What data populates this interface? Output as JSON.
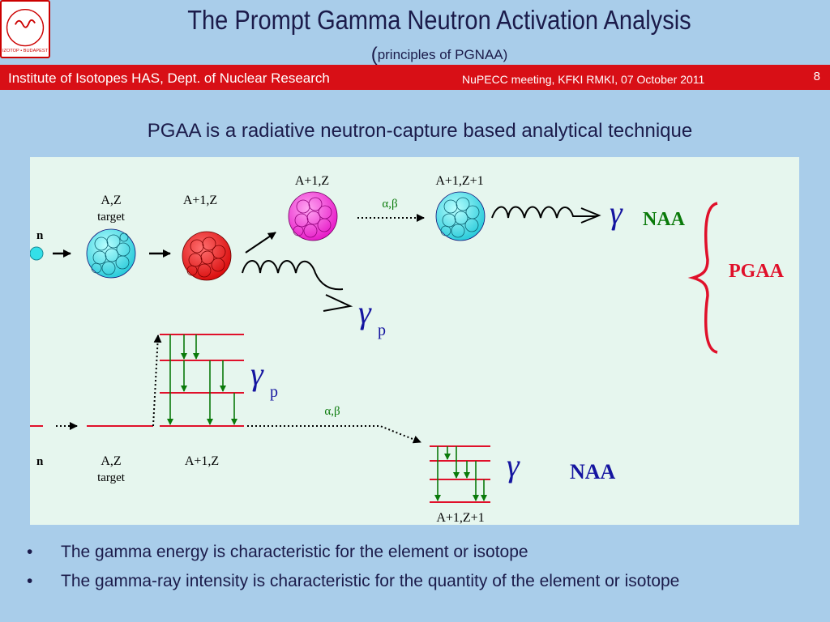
{
  "header": {
    "title": "The Prompt Gamma Neutron Activation Analysis",
    "subtitle_paren": "(",
    "subtitle": "principles of PGNAA)",
    "logo_text": "IZOTOP • BUDAPEST"
  },
  "bar": {
    "left": "Institute of Isotopes HAS, Dept. of Nuclear Research",
    "middle": "NuPECC meeting, KFKI RMKI, 07 October 2011",
    "page_number": "8"
  },
  "heading": "PGAA is a radiative neutron-capture based analytical technique",
  "diagram": {
    "top": {
      "n": "n",
      "target_az": "A,Z",
      "target": "target",
      "compound": "A+1,Z",
      "excited": "A+1,Z",
      "product": "A+1,Z+1",
      "alpha_beta": "α,β",
      "gamma": "γ",
      "naa": "NAA",
      "gamma_p": "γ",
      "gamma_p_sub": "p",
      "pgaa": "PGAA"
    },
    "bottom": {
      "n": "n",
      "target_az": "A,Z",
      "target": "target",
      "compound": "A+1,Z",
      "gamma_p": "γ",
      "gamma_p_sub": "p",
      "alpha_beta": "α,β",
      "gamma": "γ",
      "naa": "NAA",
      "product": "A+1,Z+1"
    },
    "colors": {
      "cyan": "#33e0e8",
      "red": "#ee1111",
      "magenta": "#ff2bd6",
      "navy": "#1515a0",
      "green": "#0a7a0a",
      "crimson": "#e0102a"
    }
  },
  "bullets": [
    "The gamma energy is characteristic for the element or isotope",
    "The gamma-ray intensity is characteristic for the quantity of the element or isotope"
  ]
}
